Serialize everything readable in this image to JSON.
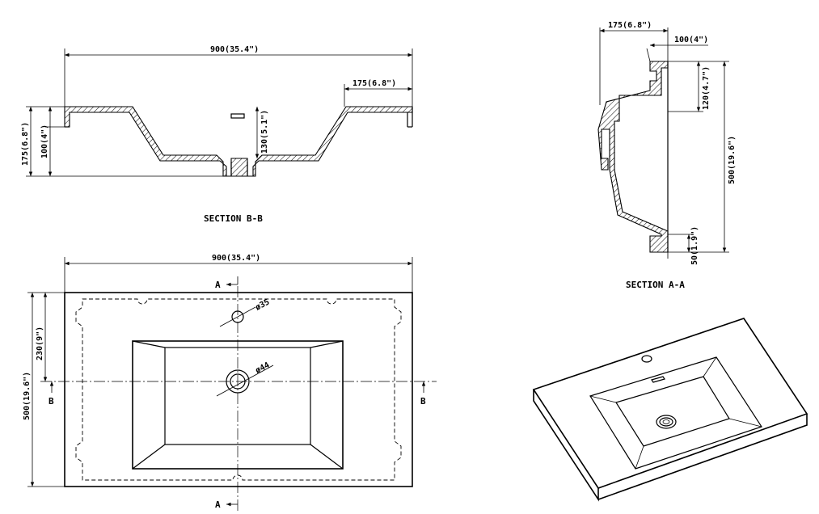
{
  "dimensions": {
    "bb_width": "900(35.4\")",
    "bb_ledge": "175(6.8\")",
    "bb_height": "175(6.8\")",
    "bb_rim": "100(4\")",
    "bb_bowl_depth": "130(5.1\")",
    "plan_width": "900(35.4\")",
    "plan_depth": "500(19.6\")",
    "plan_tap_offset": "230(9\")",
    "tap_hole": "ø35",
    "drain_hole": "ø44",
    "aa_height": "175(6.8\")",
    "aa_rim": "100(4\")",
    "aa_upper": "120(4.7\")",
    "aa_depth": "500(19.6\")",
    "aa_front": "50(1.9\")"
  },
  "labels": {
    "section_bb": "SECTION B-B",
    "section_aa": "SECTION A-A",
    "marker_a": "A",
    "marker_b": "B"
  }
}
